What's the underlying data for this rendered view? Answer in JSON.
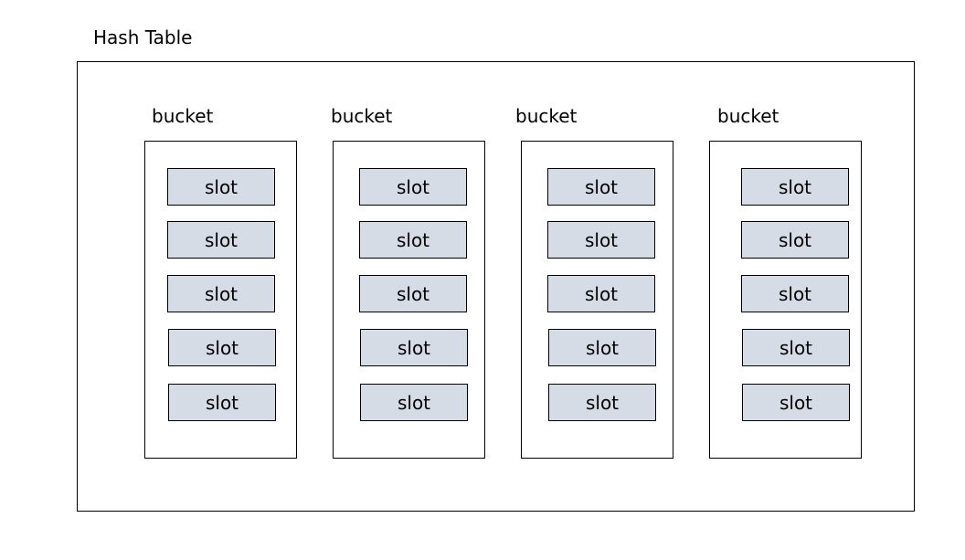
{
  "hash_table": {
    "title": "Hash Table",
    "buckets": [
      {
        "label": "bucket",
        "slots": [
          "slot",
          "slot",
          "slot",
          "slot",
          "slot"
        ]
      },
      {
        "label": "bucket",
        "slots": [
          "slot",
          "slot",
          "slot",
          "slot",
          "slot"
        ]
      },
      {
        "label": "bucket",
        "slots": [
          "slot",
          "slot",
          "slot",
          "slot",
          "slot"
        ]
      },
      {
        "label": "bucket",
        "slots": [
          "slot",
          "slot",
          "slot",
          "slot",
          "slot"
        ]
      }
    ]
  },
  "colors": {
    "slot_fill": "#d5dce5",
    "stroke": "#000000",
    "background": "#ffffff"
  }
}
